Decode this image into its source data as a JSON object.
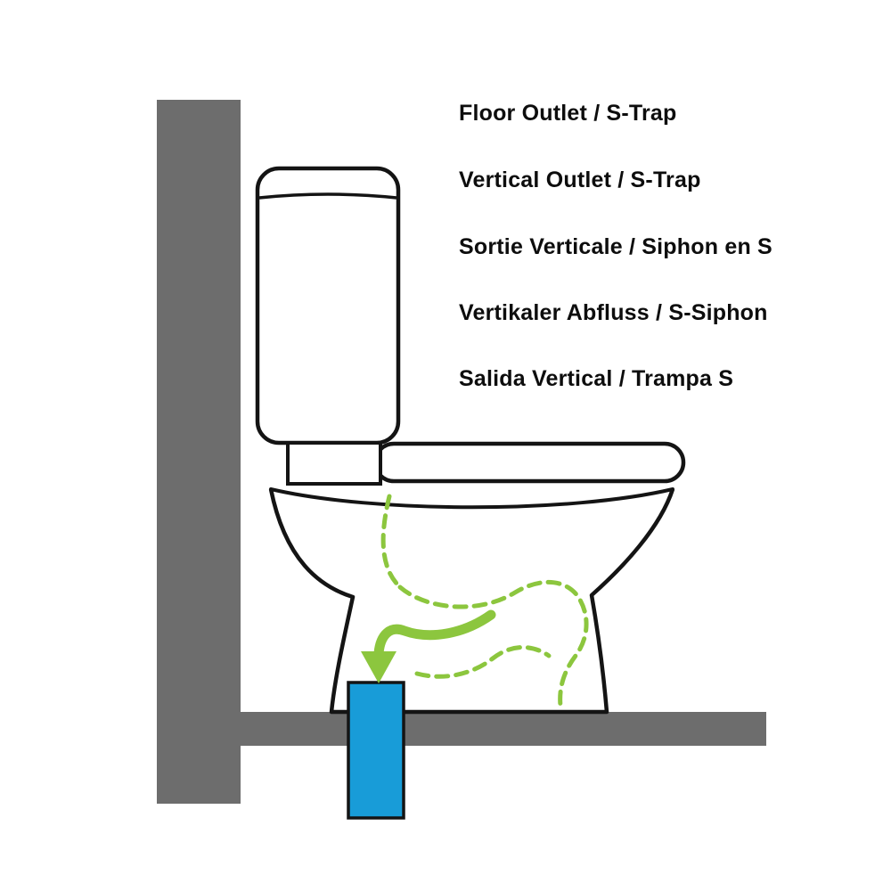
{
  "diagram": {
    "labels": [
      {
        "text": "Floor Outlet / S-Trap"
      },
      {
        "text": "Vertical Outlet / S-Trap"
      },
      {
        "text": "Sortie Verticale / Siphon en S"
      },
      {
        "text": "Vertikaler Abfluss / S-Siphon"
      },
      {
        "text": "Salida Vertical / Trampa S"
      }
    ],
    "colors": {
      "wall_gray": "#6d6d6d",
      "pipe_blue": "#189cd8",
      "flow_green": "#8cc63e",
      "outline": "#141414"
    }
  }
}
